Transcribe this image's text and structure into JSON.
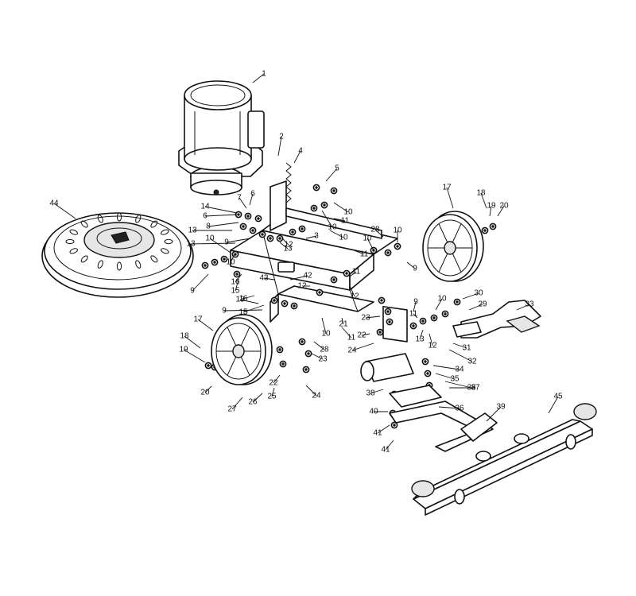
{
  "callouts": [
    "1",
    "2",
    "4",
    "5",
    "6",
    "6",
    "7",
    "8",
    "9",
    "9",
    "9",
    "9",
    "9",
    "10",
    "10",
    "10",
    "10",
    "10",
    "10",
    "10",
    "10",
    "10",
    "11",
    "11",
    "11",
    "11",
    "11",
    "12",
    "12",
    "12",
    "12",
    "13",
    "13",
    "13",
    "13",
    "13",
    "14",
    "15",
    "15",
    "16",
    "16",
    "17",
    "17",
    "18",
    "18",
    "19",
    "19",
    "20",
    "20",
    "21",
    "22",
    "22",
    "23",
    "23",
    "24",
    "24",
    "25",
    "26",
    "27",
    "28",
    "28",
    "29",
    "30",
    "31",
    "32",
    "33",
    "34",
    "35",
    "36",
    "36",
    "37",
    "38",
    "39",
    "40",
    "41",
    "41",
    "42",
    "43",
    "44",
    "45",
    "3"
  ],
  "parts": {
    "motor": "motor",
    "pad_driver": "pad-driver",
    "chassis": "chassis",
    "wheel_right": "wheel",
    "wheel_left": "wheel",
    "foot_pedal": "pedal",
    "handle_bracket": "bracket",
    "squeegee": "squeegee"
  }
}
